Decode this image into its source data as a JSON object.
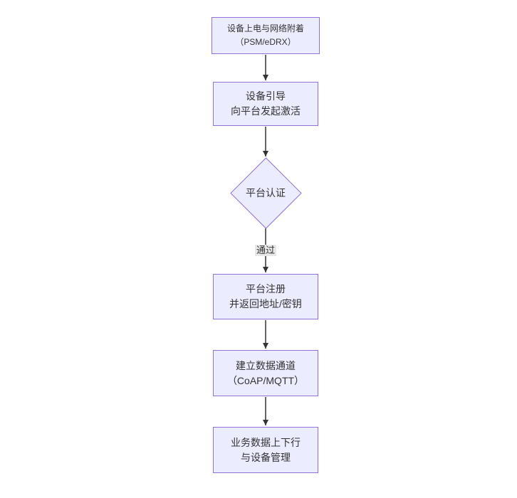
{
  "diagram": {
    "type": "flowchart",
    "direction": "top-down",
    "colors": {
      "background": "#ffffff",
      "node_fill": "#ECECFF",
      "node_border": "#9370DB",
      "node_text": "#333333",
      "arrow": "#333333",
      "edge_label_bg": "#e8e8e8"
    },
    "nodes": [
      {
        "id": "power-attach",
        "shape": "rect",
        "lines": [
          "设备上电与网络附着",
          "（PSM/eDRX）"
        ]
      },
      {
        "id": "bootstrap",
        "shape": "rect",
        "lines": [
          "设备引导",
          "向平台发起激活"
        ]
      },
      {
        "id": "platform-auth",
        "shape": "diamond",
        "lines": [
          "平台认证"
        ]
      },
      {
        "id": "register",
        "shape": "rect",
        "lines": [
          "平台注册",
          "并返回地址/密钥"
        ]
      },
      {
        "id": "data-channel",
        "shape": "rect",
        "lines": [
          "建立数据通道",
          "（CoAP/MQTT）"
        ]
      },
      {
        "id": "business",
        "shape": "rect",
        "lines": [
          "业务数据上下行",
          "与设备管理"
        ]
      }
    ],
    "edges": [
      {
        "from": "power-attach",
        "to": "bootstrap",
        "label": ""
      },
      {
        "from": "bootstrap",
        "to": "platform-auth",
        "label": ""
      },
      {
        "from": "platform-auth",
        "to": "register",
        "label": "通过"
      },
      {
        "from": "register",
        "to": "data-channel",
        "label": ""
      },
      {
        "from": "data-channel",
        "to": "business",
        "label": ""
      }
    ]
  }
}
